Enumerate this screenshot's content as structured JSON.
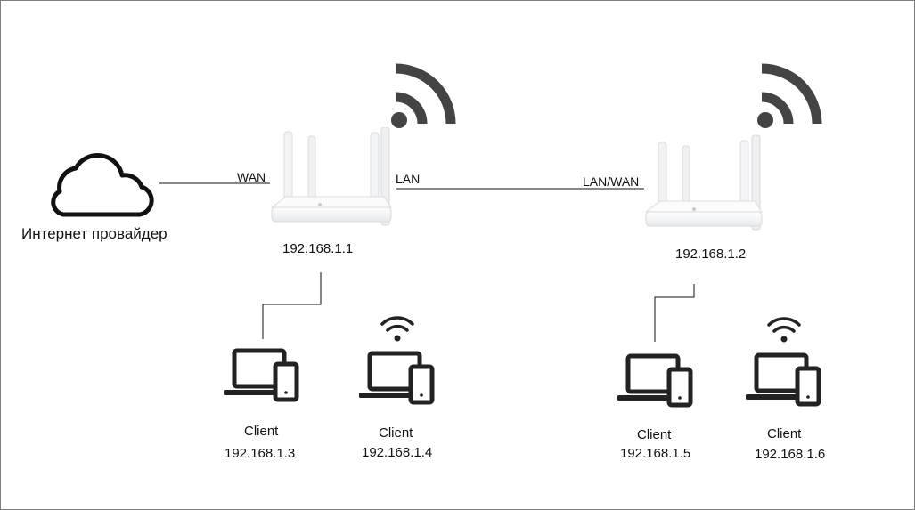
{
  "isp": {
    "label": "Интернет провайдер",
    "icon": "cloud-icon"
  },
  "router1": {
    "ip": "192.168.1.1",
    "wan_label": "WAN",
    "lan_label": "LAN",
    "icon": "router-icon"
  },
  "router2": {
    "ip": "192.168.1.2",
    "lanwan_label": "LAN/WAN",
    "icon": "router-icon"
  },
  "clients": [
    {
      "label": "Client",
      "ip": "192.168.1.3",
      "connection": "wired"
    },
    {
      "label": "Client",
      "ip": "192.168.1.4",
      "connection": "wireless"
    },
    {
      "label": "Client",
      "ip": "192.168.1.5",
      "connection": "wired"
    },
    {
      "label": "Client",
      "ip": "192.168.1.6",
      "connection": "wireless"
    }
  ],
  "colors": {
    "line": "#111111",
    "icon": "#222222",
    "wifi": "#444444",
    "router_body": "#f4f5f7",
    "border": "#7f7f7f"
  }
}
